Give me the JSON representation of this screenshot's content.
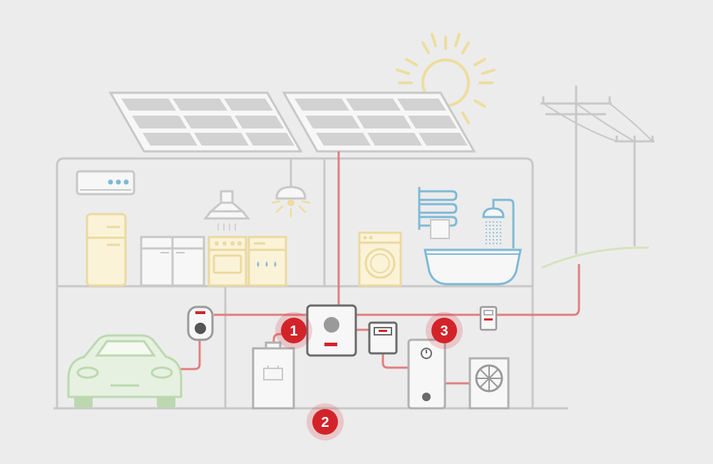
{
  "colors": {
    "background": "#ececec",
    "outline": "#c8c8c8",
    "panel_fill": "#f7f7f7",
    "cell_fill": "#d2d2d2",
    "sun": "#eedd9e",
    "appliance_yellow": "#ebd9a0",
    "fridge_fill": "#fbf3d8",
    "accent_blue": "#7fb9d6",
    "car_green": "#bcd8b0",
    "car_fill": "#e6f1e1",
    "wire_red": "#e07f7f",
    "badge_red": "#d3232a",
    "ground_grass": "#d6e2bd"
  },
  "badges": [
    {
      "id": "1",
      "label": "1",
      "meaning": "inverter"
    },
    {
      "id": "2",
      "label": "2",
      "meaning": "battery"
    },
    {
      "id": "3",
      "label": "3",
      "meaning": "smart meter"
    }
  ],
  "icons": [
    "sun-icon",
    "solar-panel-icon",
    "utility-pole-icon",
    "air-conditioner-icon",
    "fridge-icon",
    "kitchen-cabinet-icon",
    "range-hood-icon",
    "ceiling-lamp-icon",
    "oven-icon",
    "dishwasher-icon",
    "towel-rack-icon",
    "shower-icon",
    "bathtub-icon",
    "washing-machine-icon",
    "ev-charger-icon",
    "electric-car-icon",
    "inverter-icon",
    "battery-icon",
    "smart-meter-icon",
    "water-heater-icon",
    "heat-pump-icon",
    "grid-meter-icon"
  ]
}
